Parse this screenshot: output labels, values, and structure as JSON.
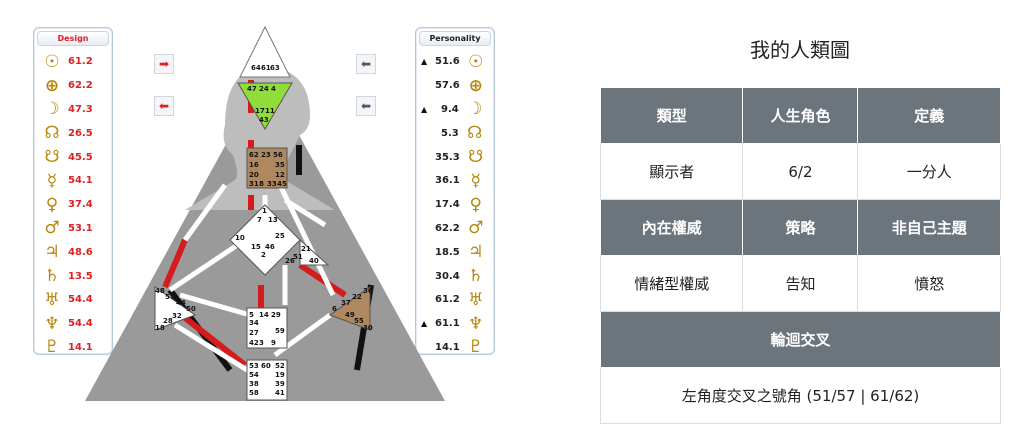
{
  "design_panel": {
    "title": "Design",
    "rows": [
      {
        "planet": "sun-icon",
        "glyph": "☉",
        "value": "61.2"
      },
      {
        "planet": "earth-icon",
        "glyph": "⊕",
        "value": "62.2"
      },
      {
        "planet": "moon-icon",
        "glyph": "☽",
        "value": "47.3"
      },
      {
        "planet": "north-node-icon",
        "glyph": "☊",
        "value": "26.5"
      },
      {
        "planet": "south-node-icon",
        "glyph": "☋",
        "value": "45.5"
      },
      {
        "planet": "mercury-icon",
        "glyph": "☿",
        "value": "54.1"
      },
      {
        "planet": "venus-icon",
        "glyph": "♀",
        "value": "37.4"
      },
      {
        "planet": "mars-icon",
        "glyph": "♂",
        "value": "53.1"
      },
      {
        "planet": "jupiter-icon",
        "glyph": "♃",
        "value": "48.6"
      },
      {
        "planet": "saturn-icon",
        "glyph": "♄",
        "value": "13.5"
      },
      {
        "planet": "uranus-icon",
        "glyph": "♅",
        "value": "54.4"
      },
      {
        "planet": "neptune-icon",
        "glyph": "♆",
        "value": "54.4"
      },
      {
        "planet": "pluto-icon",
        "glyph": "♇",
        "value": "14.1"
      }
    ],
    "color": "#e02020"
  },
  "personality_panel": {
    "title": "Personality",
    "rows": [
      {
        "planet": "sun-icon",
        "glyph": "☉",
        "value": "51.6",
        "marker": "▲"
      },
      {
        "planet": "earth-icon",
        "glyph": "⊕",
        "value": "57.6",
        "marker": ""
      },
      {
        "planet": "moon-icon",
        "glyph": "☽",
        "value": "9.4",
        "marker": "▲"
      },
      {
        "planet": "north-node-icon",
        "glyph": "☊",
        "value": "5.3",
        "marker": ""
      },
      {
        "planet": "south-node-icon",
        "glyph": "☋",
        "value": "35.3",
        "marker": ""
      },
      {
        "planet": "mercury-icon",
        "glyph": "☿",
        "value": "36.1",
        "marker": ""
      },
      {
        "planet": "venus-icon",
        "glyph": "♀",
        "value": "17.4",
        "marker": ""
      },
      {
        "planet": "mars-icon",
        "glyph": "♂",
        "value": "62.2",
        "marker": ""
      },
      {
        "planet": "jupiter-icon",
        "glyph": "♃",
        "value": "18.5",
        "marker": ""
      },
      {
        "planet": "saturn-icon",
        "glyph": "♄",
        "value": "30.4",
        "marker": ""
      },
      {
        "planet": "uranus-icon",
        "glyph": "♅",
        "value": "61.2",
        "marker": ""
      },
      {
        "planet": "neptune-icon",
        "glyph": "♆",
        "value": "61.1",
        "marker": "▲"
      },
      {
        "planet": "pluto-icon",
        "glyph": "♇",
        "value": "14.1",
        "marker": ""
      }
    ],
    "color": "#222222"
  },
  "arrows": {
    "design_top": "➡",
    "design_bottom": "⬅",
    "personality_top": "⬅",
    "personality_bottom": "⬅"
  },
  "bodygraph": {
    "head_gates": [
      "64",
      "61",
      "63"
    ],
    "ajna_gates": [
      "47",
      "24",
      "4",
      "17",
      "11",
      "43"
    ],
    "throat_gates": [
      "62",
      "23",
      "56",
      "16",
      "35",
      "20",
      "12",
      "31",
      "8",
      "33",
      "45"
    ],
    "g_gates": [
      "1",
      "7",
      "13",
      "10",
      "15",
      "46",
      "2",
      "25"
    ],
    "heart_gates": [
      "21",
      "51",
      "26",
      "40"
    ],
    "spleen_gates": [
      "48",
      "57",
      "44",
      "50",
      "32",
      "28",
      "18"
    ],
    "esp_gates": [
      "36",
      "22",
      "37",
      "6",
      "49",
      "55",
      "30"
    ],
    "sacral_gates": [
      "5",
      "14",
      "29",
      "34",
      "27",
      "59",
      "42",
      "3",
      "9"
    ],
    "root_gates": [
      "53",
      "60",
      "52",
      "54",
      "19",
      "38",
      "39",
      "58",
      "41"
    ]
  },
  "summary": {
    "title": "我的人類圖",
    "headers1": [
      "類型",
      "人生角色",
      "定義"
    ],
    "values1": [
      "顯示者",
      "6/2",
      "一分人"
    ],
    "headers2": [
      "內在權威",
      "策略",
      "非自己主題"
    ],
    "values2": [
      "情緒型權威",
      "告知",
      "憤怒"
    ],
    "cross_header": "輪迴交叉",
    "cross_value": "左角度交叉之號角 (51/57 | 61/62)"
  }
}
